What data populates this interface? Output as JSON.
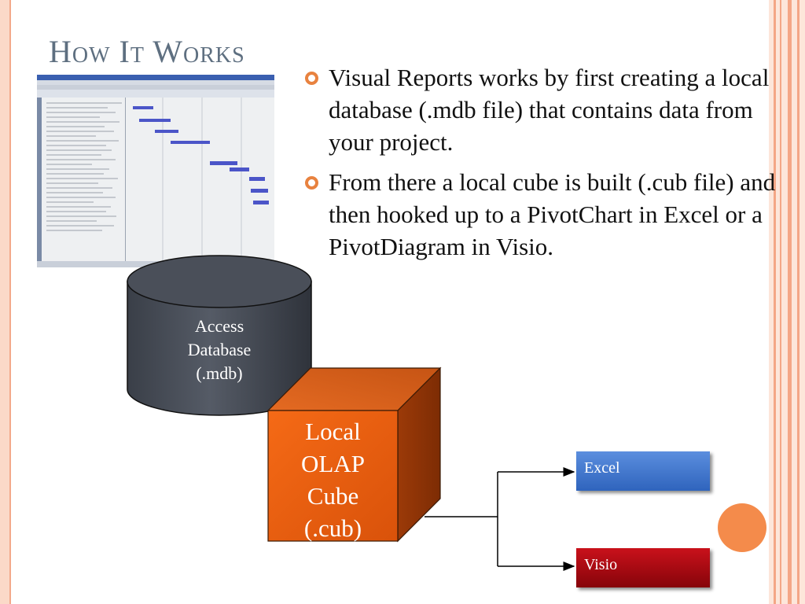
{
  "slide": {
    "title": "How It Works",
    "bullets": [
      " Visual Reports works by first creating a local database (.mdb file) that contains data from your project.",
      "From there a local cube is built (.cub file) and then hooked up to a PivotChart in Excel or a PivotDiagram in Visio."
    ],
    "accent_color": "#e8823f",
    "title_color": "#5e6f80"
  },
  "diagram": {
    "database_label": [
      "Access",
      "Database",
      "(.mdb)"
    ],
    "cube_label": [
      "Local",
      "OLAP",
      "Cube",
      "(.cub)"
    ],
    "excel_label": "Excel",
    "visio_label": "Visio",
    "colors": {
      "database": "#474c56",
      "cube_front": "#f16411",
      "excel": "#3d72cc",
      "visio": "#b00a12"
    }
  }
}
